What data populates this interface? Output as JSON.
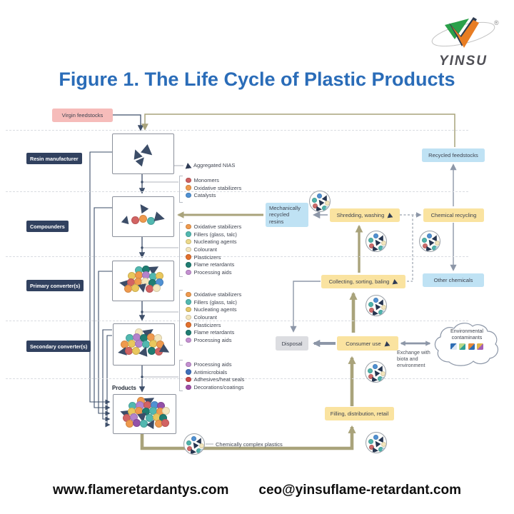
{
  "logo": {
    "brand": "YINSU",
    "registered": "®"
  },
  "title": "Figure 1. The Life Cycle of Plastic Products",
  "footer": {
    "website": "www.flameretardantys.com",
    "email": "ceo@yinsuflame-retardant.com"
  },
  "colors": {
    "title_blue": "#2a6cb8",
    "navy": "#31415f",
    "wire_navy": "#3e4f6a",
    "olive": "#a9a37b",
    "gray_arrow": "#8d97a8",
    "pink": "#f6bcba",
    "yellow": "#fae3a0",
    "light_blue": "#bfe2f4",
    "disposal_gray": "#dcdde1",
    "logo_green": "#2aa04a",
    "logo_orange": "#e87d23"
  },
  "stages": [
    {
      "label": "Resin manufacturer"
    },
    {
      "label": "Compounders"
    },
    {
      "label": "Primary converter(s)"
    },
    {
      "label": "Secondary converter(s)"
    }
  ],
  "flow": {
    "virgin_feedstocks": "Virgin feedstocks",
    "recycled_feedstocks": "Recycled feedstocks",
    "mechanically_recycled_resins": "Mechanically recycled resins",
    "shredding_washing": "Shredding, washing",
    "chemical_recycling": "Chemical recycling",
    "collecting_sorting_baling": "Collecting, sorting, baling",
    "other_chemicals": "Other chemicals",
    "disposal": "Disposal",
    "consumer_use": "Consumer use",
    "filling_distribution_retail": "Filling, distribution, retail",
    "environmental_contaminants": "Environmental contaminants",
    "exchange_note": "Exchange with biota and environment",
    "products_label": "Products",
    "chemically_complex_plastics": "Chemically complex plastics",
    "aggregated_nias": "Aggregated NIAS"
  },
  "additives": {
    "g1": {
      "items": [
        {
          "label": "Monomers",
          "color": "#cf6060"
        },
        {
          "label": "Oxidative stabilizers",
          "color": "#ef9a4e"
        },
        {
          "label": "Catalysts",
          "color": "#5091d3"
        }
      ]
    },
    "g2": {
      "items": [
        {
          "label": "Oxidative stabilizers",
          "color": "#ef9a4e"
        },
        {
          "label": "Fillers (glass, talc)",
          "color": "#52b8b0"
        },
        {
          "label": "Nucleating agents",
          "color": "#ecd98a"
        },
        {
          "label": "Colourant",
          "color": "#f3e6bd"
        },
        {
          "label": "Plasticizers",
          "color": "#e2702d"
        },
        {
          "label": "Flame retardants",
          "color": "#1f7d72"
        },
        {
          "label": "Processing aids",
          "color": "#c490d1"
        }
      ]
    },
    "g3": {
      "items": [
        {
          "label": "Oxidative stabilizers",
          "color": "#ef9a4e"
        },
        {
          "label": "Fillers (glass, talc)",
          "color": "#52b8b0"
        },
        {
          "label": "Nucleating agents",
          "color": "#e6c76a"
        },
        {
          "label": "Colourant",
          "color": "#f3e6bd"
        },
        {
          "label": "Plasticizers",
          "color": "#e2702d"
        },
        {
          "label": "Flame retardants",
          "color": "#1f7d72"
        },
        {
          "label": "Processing aids",
          "color": "#c490d1"
        }
      ]
    },
    "g4": {
      "items": [
        {
          "label": "Processing aids",
          "color": "#c490d1"
        },
        {
          "label": "Antimicrobials",
          "color": "#3f6fba"
        },
        {
          "label": "Adhesives/heat seals",
          "color": "#c84848"
        },
        {
          "label": "Decorations/coatings",
          "color": "#a04fa8"
        }
      ]
    }
  },
  "boxes": {
    "resin": [
      [
        "t",
        "#3c4d68",
        27,
        21,
        13,
        -20
      ],
      [
        "t",
        "#3c4d68",
        42,
        17,
        15,
        130
      ],
      [
        "t",
        "#3c4d68",
        34,
        31,
        12,
        40
      ]
    ],
    "compounders": [
      [
        "t",
        "#3c4d68",
        36,
        9,
        12,
        -35
      ],
      [
        "t",
        "#3c4d68",
        13,
        26,
        11,
        15
      ],
      [
        "c",
        "#d26363",
        26,
        27,
        11,
        0
      ],
      [
        "c",
        "#ef9a4e",
        37,
        25,
        11,
        0
      ],
      [
        "c",
        "#52b8b0",
        48,
        28,
        11,
        0
      ],
      [
        "t",
        "#3c4d68",
        59,
        22,
        14,
        105
      ]
    ],
    "primary": [
      [
        "c",
        "#52b8b0",
        31,
        7,
        11,
        0
      ],
      [
        "c",
        "#1f7d72",
        41,
        6,
        11,
        0
      ],
      [
        "t",
        "#3c4d68",
        52,
        4,
        13,
        60
      ],
      [
        "c",
        "#e9c75d",
        21,
        15,
        11,
        0
      ],
      [
        "c",
        "#ef9a4e",
        31,
        14,
        11,
        0
      ],
      [
        "c",
        "#b383cc",
        41,
        14,
        11,
        0
      ],
      [
        "c",
        "#52b8b0",
        51,
        16,
        11,
        0
      ],
      [
        "c",
        "#e9c75d",
        60,
        15,
        11,
        0
      ],
      [
        "t",
        "#3c4d68",
        9,
        25,
        12,
        -80
      ],
      [
        "c",
        "#d26363",
        20,
        24,
        11,
        0
      ],
      [
        "c",
        "#ef9a4e",
        30,
        23,
        11,
        0
      ],
      [
        "c",
        "#f3e6bd",
        40,
        23,
        11,
        0
      ],
      [
        "c",
        "#1f7d72",
        50,
        25,
        11,
        0
      ],
      [
        "c",
        "#5091d3",
        60,
        24,
        11,
        0
      ],
      [
        "c",
        "#ef9a4e",
        16,
        33,
        11,
        0
      ],
      [
        "c",
        "#e9c75d",
        26,
        32,
        11,
        0
      ],
      [
        "t",
        "#3c4d68",
        36,
        32,
        12,
        170
      ],
      [
        "c",
        "#d26363",
        46,
        33,
        11,
        0
      ],
      [
        "c",
        "#f3e6bd",
        56,
        32,
        11,
        0
      ]
    ],
    "secondary": [
      [
        "c",
        "#f3e6bd",
        30,
        6,
        11,
        0
      ],
      [
        "t",
        "#3c4d68",
        43,
        4,
        14,
        55
      ],
      [
        "c",
        "#52b8b0",
        17,
        14,
        11,
        0
      ],
      [
        "c",
        "#b383cc",
        27,
        13,
        11,
        0
      ],
      [
        "c",
        "#1f7d72",
        37,
        14,
        11,
        0
      ],
      [
        "c",
        "#ef9a4e",
        47,
        13,
        11,
        0
      ],
      [
        "c",
        "#f3e6bd",
        57,
        14,
        11,
        0
      ],
      [
        "c",
        "#ef9a4e",
        10,
        23,
        11,
        0
      ],
      [
        "c",
        "#e9c75d",
        20,
        22,
        11,
        0
      ],
      [
        "c",
        "#b383cc",
        30,
        22,
        11,
        0
      ],
      [
        "c",
        "#52b8b0",
        40,
        23,
        11,
        0
      ],
      [
        "c",
        "#e9c75d",
        50,
        22,
        11,
        0
      ],
      [
        "c",
        "#ef9a4e",
        60,
        23,
        11,
        0
      ],
      [
        "t",
        "#3c4d68",
        6,
        33,
        12,
        -100
      ],
      [
        "c",
        "#d26363",
        16,
        32,
        11,
        0
      ],
      [
        "c",
        "#e9c75d",
        26,
        32,
        11,
        0
      ],
      [
        "t",
        "#3c4d68",
        37,
        31,
        13,
        20
      ],
      [
        "c",
        "#1f7d72",
        48,
        32,
        11,
        0
      ],
      [
        "c",
        "#d26363",
        58,
        33,
        11,
        0
      ],
      [
        "t",
        "#3c4d68",
        66,
        30,
        13,
        120
      ]
    ],
    "products": [
      [
        "c",
        "#ef9a4e",
        33,
        3,
        11,
        0
      ],
      [
        "t",
        "#3c4d68",
        45,
        1,
        13,
        60
      ],
      [
        "c",
        "#52b8b0",
        21,
        10,
        11,
        0
      ],
      [
        "c",
        "#b383cc",
        31,
        9,
        12,
        0
      ],
      [
        "c",
        "#d26363",
        42,
        9,
        11,
        0
      ],
      [
        "c",
        "#5091d3",
        52,
        9,
        11,
        0
      ],
      [
        "c",
        "#9350a8",
        61,
        10,
        11,
        0
      ],
      [
        "t",
        "#3c4d68",
        9,
        19,
        13,
        -70
      ],
      [
        "c",
        "#e9c75d",
        20,
        18,
        11,
        0
      ],
      [
        "c",
        "#ef9a4e",
        30,
        17,
        11,
        0
      ],
      [
        "c",
        "#1f7d72",
        40,
        18,
        11,
        0
      ],
      [
        "c",
        "#52b8b0",
        50,
        17,
        11,
        0
      ],
      [
        "c",
        "#ef9a4e",
        60,
        18,
        11,
        0
      ],
      [
        "c",
        "#f3e6bd",
        68,
        17,
        11,
        0
      ],
      [
        "c",
        "#d26363",
        13,
        27,
        11,
        0
      ],
      [
        "c",
        "#b383cc",
        23,
        26,
        11,
        0
      ],
      [
        "t",
        "#3c4d68",
        34,
        26,
        13,
        170
      ],
      [
        "c",
        "#52b8b0",
        45,
        27,
        11,
        0
      ],
      [
        "c",
        "#e9c75d",
        55,
        26,
        11,
        0
      ],
      [
        "c",
        "#1f7d72",
        64,
        27,
        11,
        0
      ],
      [
        "c",
        "#ef9a4e",
        17,
        35,
        11,
        0
      ],
      [
        "c",
        "#9350a8",
        27,
        34,
        11,
        0
      ],
      [
        "c",
        "#52b8b0",
        37,
        35,
        11,
        0
      ],
      [
        "t",
        "#3c4d68",
        48,
        34,
        12,
        30
      ],
      [
        "c",
        "#ef9a4e",
        58,
        35,
        11,
        0
      ],
      [
        "c",
        "#d26363",
        67,
        34,
        11,
        0
      ]
    ]
  },
  "chip": {
    "shapes": [
      [
        "c",
        "#4fb3ac",
        3,
        9,
        7,
        0
      ],
      [
        "c",
        "#5091d3",
        10,
        3,
        7,
        0
      ],
      [
        "t",
        "#263550",
        18,
        5,
        8,
        25
      ],
      [
        "c",
        "#f3e6bd",
        21,
        13,
        7,
        0
      ],
      [
        "t",
        "#263550",
        11,
        11,
        8,
        -35
      ],
      [
        "c",
        "#cf6b6b",
        4,
        17,
        7,
        0
      ],
      [
        "c",
        "#4fb3ac",
        17,
        20,
        7,
        0
      ],
      [
        "t",
        "#263550",
        9,
        21,
        8,
        95
      ],
      [
        "c",
        "#bcd9ea",
        22,
        21,
        6,
        0
      ]
    ]
  },
  "contaminant_swatches": [
    {
      "a": "#2e6db4",
      "b": "#dfe9f5"
    },
    {
      "a": "#b9d98a",
      "b": "#2f9e96"
    },
    {
      "a": "#e8893a",
      "b": "#2e6db4"
    },
    {
      "a": "#e0b54c",
      "b": "#a35fb5"
    }
  ]
}
